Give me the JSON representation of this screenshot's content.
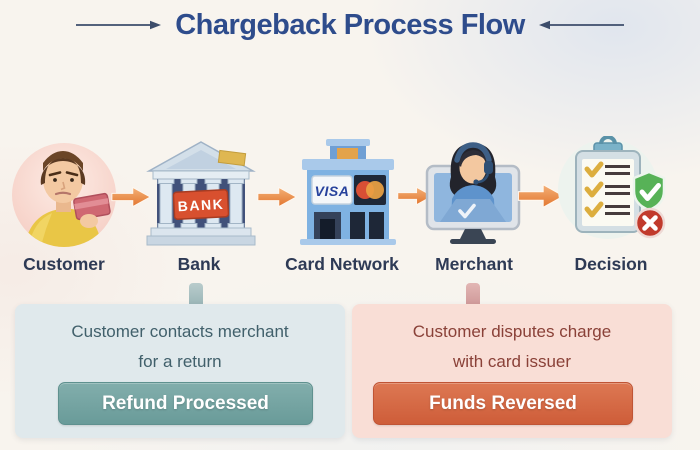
{
  "title": "Chargeback Process Flow",
  "flow": {
    "steps": [
      {
        "id": "customer",
        "label": "Customer",
        "icon": "customer-icon"
      },
      {
        "id": "bank",
        "label": "Bank",
        "icon": "bank-icon"
      },
      {
        "id": "card-network",
        "label": "Card Network",
        "icon": "card-network-icon"
      },
      {
        "id": "merchant",
        "label": "Merchant",
        "icon": "merchant-icon"
      },
      {
        "id": "decision",
        "label": "Decision",
        "icon": "decision-icon"
      }
    ],
    "bank_sign_text": "BANK",
    "visa_text": "VISA",
    "connector_icon": "flow-arrow-icon"
  },
  "callouts": {
    "refund": {
      "line1": "Customer contacts merchant",
      "line2": "for a return",
      "button_label": "Refund Processed"
    },
    "dispute": {
      "line1": "Customer disputes charge",
      "line2": "with card issuer",
      "button_label": "Funds Reversed"
    }
  },
  "colors": {
    "title": "#2e4c8c",
    "step_label": "#2e3a55",
    "flow_arrow": "#e2762f",
    "refund_box_bg": "#e0e9ec",
    "refund_text": "#41606b",
    "refund_button_bg": "#699b99",
    "dispute_box_bg": "#f9ded6",
    "dispute_text": "#8a4138",
    "dispute_button_bg": "#ce5d39"
  }
}
